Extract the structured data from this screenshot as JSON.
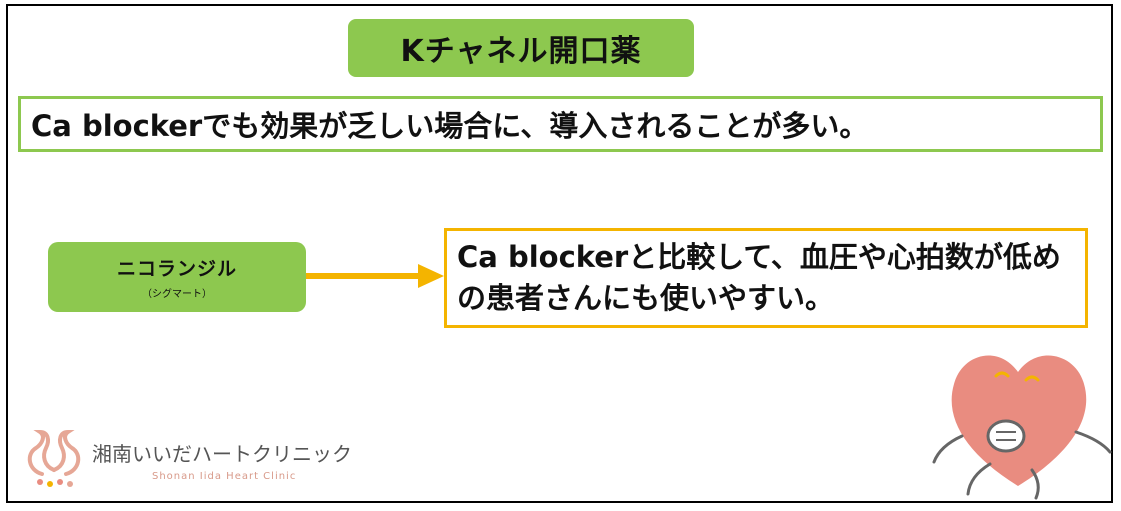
{
  "title": "Kチャネル開口薬",
  "banner_text": "Ca blockerでも効果が乏しい場合に、導入されることが多い。",
  "drug": {
    "name": "ニコランジル",
    "brand": "（シグマート）"
  },
  "callout_text": "Ca blockerと比較して、血圧や心拍数が低めの患者さんにも使いやすい。",
  "logo": {
    "name": "湘南いいだハートクリニック",
    "subtitle": "Shonan Iida Heart Clinic"
  },
  "colors": {
    "green": "#8dc84f",
    "yellow": "#f4b400",
    "heart": "#e98c80"
  },
  "icons": [
    "right-arrow-icon",
    "flamingo-logo-icon",
    "heart-mascot-icon"
  ]
}
